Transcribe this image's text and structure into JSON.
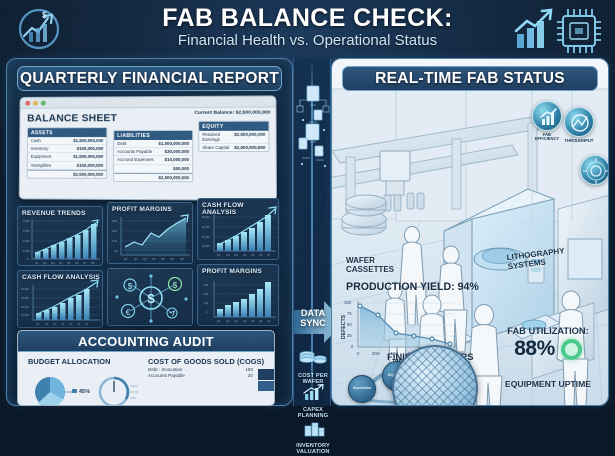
{
  "header": {
    "title": "FAB BALANCE CHECK:",
    "subtitle": "Financial Health vs. Operational Status",
    "logo_left": "finance-growth-icon",
    "logo_right_chart": "bar-chart-arrow-icon",
    "logo_right_chip": "microchip-icon"
  },
  "left_panel": {
    "title": "QUARTERLY FINANCIAL REPORT",
    "monitor": {
      "window_dots": [
        "red",
        "yellow",
        "green"
      ],
      "balance_sheet_title": "BALANCE SHEET",
      "current_balance_label": "Current Balance: $2,500,000,000",
      "assets": {
        "header": "ASSETS",
        "rows": [
          {
            "label": "Cash",
            "value": "$1,500,000,000"
          },
          {
            "label": "Inventory",
            "value": "$100,000,000"
          },
          {
            "label": "Equipment",
            "value": "$1,500,000,000"
          },
          {
            "label": "Intangibles",
            "value": "$150,000,000"
          }
        ],
        "total": "$2,500,000,000"
      },
      "liabilities": {
        "header": "LIABILITIES",
        "rows": [
          {
            "label": "Debt",
            "value": "$1,000,000,000"
          },
          {
            "label": "Accounts Payable",
            "value": "$30,000,000"
          },
          {
            "label": "Accrued Expenses",
            "value": "$10,000,000"
          },
          {
            "label": "",
            "value": "$00,000"
          }
        ],
        "total": "$2,500,000,000"
      },
      "equity": {
        "header": "EQUITY",
        "rows": [
          {
            "label": "Retained Earnings",
            "value": "$2,500,000,000"
          },
          {
            "label": "Share Capital",
            "value": "$2,500,000,000"
          }
        ]
      }
    },
    "charts": [
      {
        "id": "revenue-trends",
        "title": "REVENUE TRENDS",
        "type": "bar"
      },
      {
        "id": "profit-margins-1",
        "title": "PROFIT MARGINS",
        "type": "line"
      },
      {
        "id": "cash-flow-1",
        "title": "CASH FLOW ANALYSIS",
        "type": "bar"
      },
      {
        "id": "cash-flow-2",
        "title": "CASH FLOW ANALYSIS",
        "type": "bar"
      },
      {
        "id": "currency-hub",
        "title": "",
        "type": "diagram"
      },
      {
        "id": "profit-margins-2",
        "title": "PROFIT MARGINS",
        "type": "bar"
      }
    ],
    "audit": {
      "title": "ACCOUNTING AUDIT",
      "budget_allocation_title": "BUDGET ALLOCATION",
      "budget_slice_label": "45%",
      "cogs_title": "COST OF GOODS SOLD (COGS)",
      "cogs_rows": [
        {
          "label": "Debt : Invocation",
          "value": "150"
        },
        {
          "label": "Accounts Payable",
          "value": "20"
        }
      ]
    }
  },
  "center_column": {
    "sync_label": "DATA\nSYNC",
    "sync_line1": "DATA",
    "sync_line2": "SYNC",
    "nodes": [
      {
        "icon": "document-icon",
        "label": ""
      },
      {
        "icon": "coins-stack-icon",
        "label": "COST PER\nWAFER",
        "l1": "COST PER",
        "l2": "WAFER"
      },
      {
        "icon": "growth-chart-icon",
        "label": "CAPEX\nPLANNING",
        "l1": "CAPEX",
        "l2": "PLANNING"
      },
      {
        "icon": "inventory-boxes-icon",
        "label": "INVENTORY\nVALUATION",
        "l1": "INVENTORY",
        "l2": "VALUATION"
      }
    ]
  },
  "right_panel": {
    "title": "REAL-TIME FAB STATUS",
    "labels": {
      "wafer_cassettes_l1": "WAFER",
      "wafer_cassettes_l2": "CASSETTES",
      "production_yield": "PRODUCTION YIELD: 94%",
      "lithography_l1": "LITHOGRAPHY",
      "lithography_l2": "SYSTEMS",
      "finished_wafers": "FINISHED WAFERS"
    },
    "badges": [
      {
        "icon": "efficiency-chart-icon",
        "l1": "FAB",
        "l2": "EFFICIENCY"
      },
      {
        "icon": "throughput-icon",
        "l1": "THROUGHPUT",
        "l2": ""
      },
      {
        "icon": "sensor-icon",
        "l1": "",
        "l2": ""
      }
    ],
    "metrics": {
      "fab_utilization_label": "FAB UTILIZATION:",
      "fab_utilization_value": "88%",
      "equipment_uptime_label": "EQUIPMENT UPTIME",
      "utilization_ring_color": "#49c98a"
    },
    "process_flow": [
      {
        "label": "Deposition"
      },
      {
        "label": "Deposition"
      },
      {
        "label": "Photolithography"
      }
    ]
  },
  "chart_data": [
    {
      "type": "line",
      "id": "defects-over-time",
      "title": "",
      "xlabel": "TIME",
      "ylabel": "DEFECTS",
      "categories": [
        "0",
        "20m",
        "40m",
        "60m",
        "80m",
        "100m"
      ],
      "x_ticks": [
        "0",
        "20m",
        "40m",
        "60m",
        "100m"
      ],
      "y_ticks": [
        0,
        25,
        50,
        75,
        100
      ],
      "ylim": [
        0,
        100
      ],
      "values": [
        90,
        68,
        30,
        23,
        18,
        6
      ],
      "grid": true,
      "legend": "none"
    },
    {
      "type": "bar",
      "id": "revenue-trends",
      "title": "REVENUE TRENDS",
      "categories": [
        "Q1",
        "Q2",
        "Q3",
        "Q4",
        "Q5",
        "Q6",
        "Q7",
        "Q8"
      ],
      "values": [
        18,
        26,
        34,
        41,
        52,
        60,
        72,
        86
      ],
      "ylim": [
        0,
        100
      ],
      "xlabel": "",
      "ylabel": ""
    },
    {
      "type": "line",
      "id": "profit-margins-1",
      "title": "PROFIT MARGINS",
      "categories": [
        "Q1",
        "Q2",
        "Q3",
        "Q4",
        "Q5",
        "Q6",
        "Q7",
        "Q8"
      ],
      "values": [
        22,
        30,
        26,
        44,
        38,
        52,
        66,
        88
      ],
      "ylim": [
        0,
        100
      ],
      "xlabel": "",
      "ylabel": ""
    },
    {
      "type": "bar",
      "id": "cash-flow-1",
      "title": "CASH FLOW ANALYSIS",
      "categories": [
        "Q1",
        "Q2",
        "Q3",
        "Q4",
        "Q5",
        "Q6",
        "Q7"
      ],
      "values": [
        20,
        30,
        38,
        50,
        58,
        74,
        92
      ],
      "ylim": [
        0,
        100
      ],
      "xlabel": "",
      "ylabel": ""
    },
    {
      "type": "bar",
      "id": "cash-flow-2",
      "title": "CASH FLOW ANALYSIS",
      "categories": [
        "Q1",
        "Q2",
        "Q3",
        "Q4",
        "Q5",
        "Q6",
        "Q7"
      ],
      "values": [
        16,
        28,
        36,
        48,
        62,
        70,
        88
      ],
      "ylim": [
        0,
        100
      ],
      "xlabel": "",
      "ylabel": ""
    },
    {
      "type": "bar",
      "id": "profit-margins-2",
      "title": "PROFIT MARGINS",
      "categories": [
        "Q1",
        "Q2",
        "Q3",
        "Q4",
        "Q5",
        "Q6",
        "Q7"
      ],
      "values": [
        22,
        34,
        42,
        50,
        64,
        78,
        96
      ],
      "ylim": [
        0,
        100
      ],
      "xlabel": "",
      "ylabel": ""
    }
  ]
}
